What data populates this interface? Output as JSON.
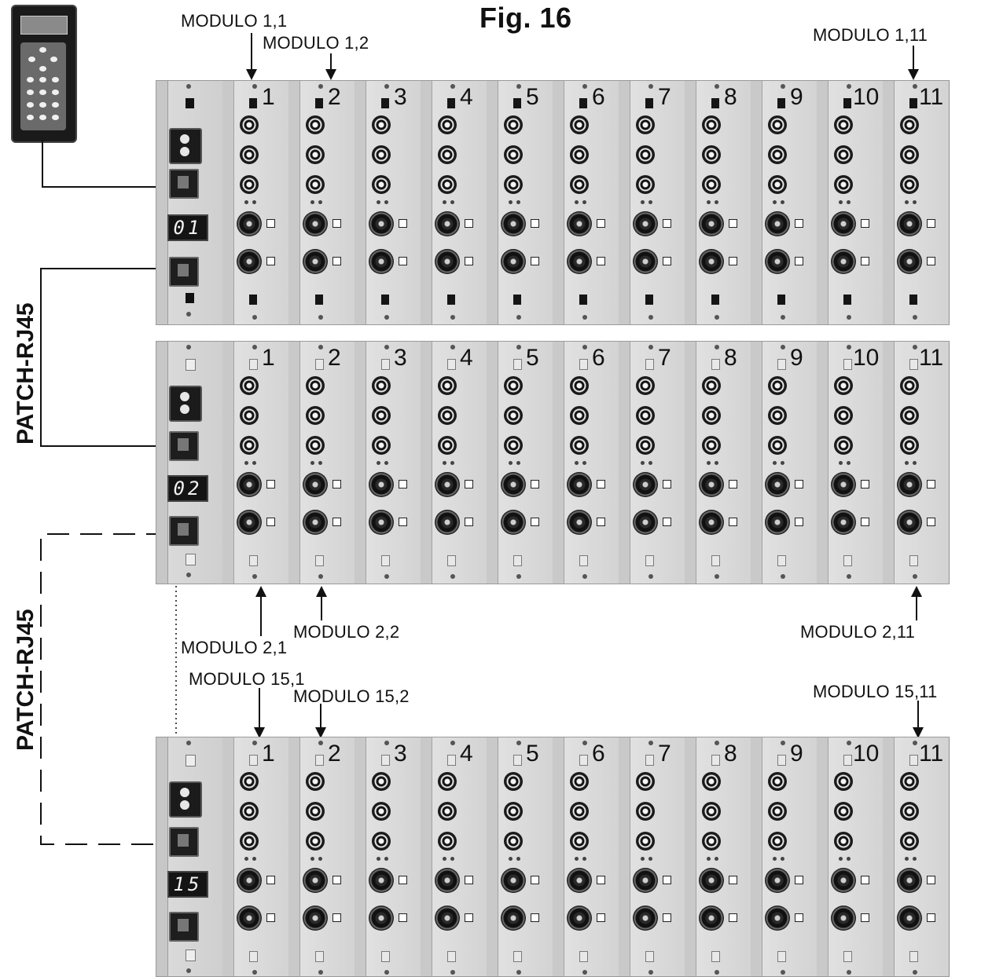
{
  "figure": {
    "title": "Fig. 16"
  },
  "callouts": {
    "m_1_1": "MODULO 1,1",
    "m_1_2": "MODULO 1,2",
    "m_1_11": "MODULO 1,11",
    "m_2_1": "MODULO 2,1",
    "m_2_2": "MODULO 2,2",
    "m_2_11": "MODULO 2,11",
    "m_15_1": "MODULO 15,1",
    "m_15_2": "MODULO 15,2",
    "m_15_11": "MODULO 15,11"
  },
  "patch_labels": {
    "upper": "PATCH-RJ45",
    "lower": "PATCH-RJ45"
  },
  "racks": [
    {
      "display": "01"
    },
    {
      "display": "02"
    },
    {
      "display": "15"
    }
  ],
  "module_numbers": [
    "1",
    "2",
    "3",
    "4",
    "5",
    "6",
    "7",
    "8",
    "9",
    "10",
    "11"
  ],
  "icons": {
    "remote": "remote-control-icon",
    "mains": "mains-socket-icon",
    "rj45": "rj45-port-icon",
    "rca": "rca-connector-icon",
    "f_connector": "f-connector-icon",
    "arrow": "arrow-icon"
  }
}
